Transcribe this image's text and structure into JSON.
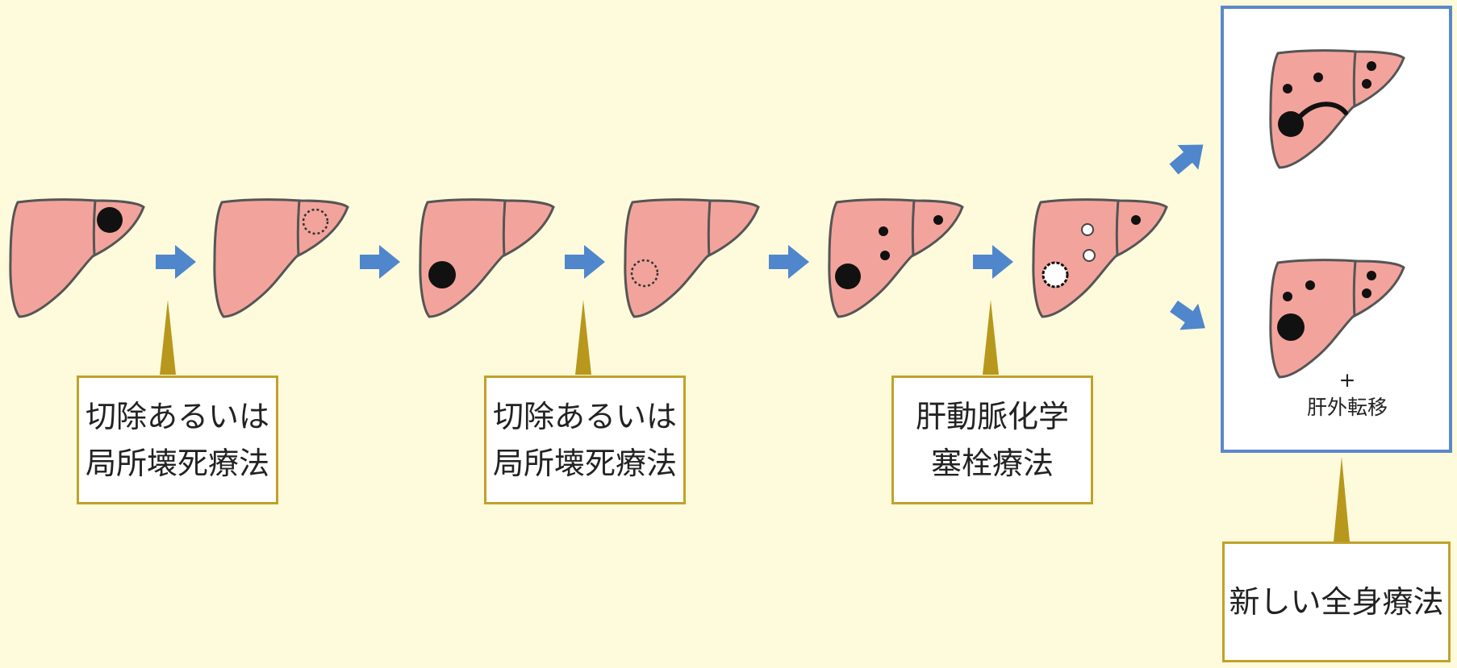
{
  "colors": {
    "background": "#fdfbdc",
    "liver_fill": "#f2a49c",
    "liver_stroke": "#555555",
    "tumor": "#111111",
    "arrow": "#4f86cc",
    "pointer": "#b8971d",
    "box_border": "#c2a12a",
    "result_frame": "#5b88c8"
  },
  "liver_stages": [
    {
      "stage": 1,
      "state": "single tumor in left lobe"
    },
    {
      "stage": 2,
      "state": "tumor treated (dotted outline)"
    },
    {
      "stage": 3,
      "state": "recurrence in right lobe"
    },
    {
      "stage": 4,
      "state": "recurrence treated (dotted outline)"
    },
    {
      "stage": 5,
      "state": "multiple tumors in both lobes"
    },
    {
      "stage": 6,
      "state": "after embolization"
    }
  ],
  "outcomes": [
    {
      "state": "progression within the liver"
    },
    {
      "state": "progression with extrahepatic metastasis"
    }
  ],
  "labels": {
    "treatment_1": [
      "切除あるいは",
      "局所壊死療法"
    ],
    "treatment_2": [
      "切除あるいは",
      "局所壊死療法"
    ],
    "treatment_3": [
      "肝動脈化学",
      "塞栓療法"
    ],
    "new_therapy": "新しい全身療法",
    "plus_sign": "+",
    "extrahepatic_metastasis": "肝外転移"
  },
  "icons": {
    "arrow": "right-arrow-icon",
    "liver": "liver-icon",
    "pointer": "pointer-triangle-icon"
  }
}
